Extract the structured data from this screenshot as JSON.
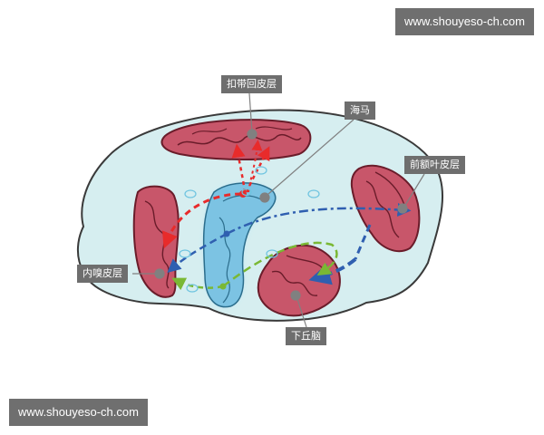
{
  "watermarks": {
    "top": "www.shouyeso-ch.com",
    "bottom": "www.shouyeso-ch.com"
  },
  "labels": {
    "cingulate": "扣带回皮层",
    "hippocampus": "海马",
    "prefrontal": "前额叶皮层",
    "entorhinal": "内嗅皮层",
    "hypothalamus": "下丘脑"
  },
  "colors": {
    "brain_fill": "#d6eef0",
    "brain_stroke": "#3a3a3a",
    "cortex_fill": "#c8566a",
    "cortex_stroke": "#6a1c2a",
    "hippocampus_fill": "#7cc3e3",
    "hippocampus_glow": "#bfe7f5",
    "arrow_red": "#e82b2b",
    "arrow_blue": "#2f5fb0",
    "arrow_green": "#7ab834",
    "label_bg": "#6e6e6e",
    "watermark_bg": "#6f6f6f",
    "marker_dot": "#808080"
  },
  "icons": [
    "neuron-icon"
  ]
}
